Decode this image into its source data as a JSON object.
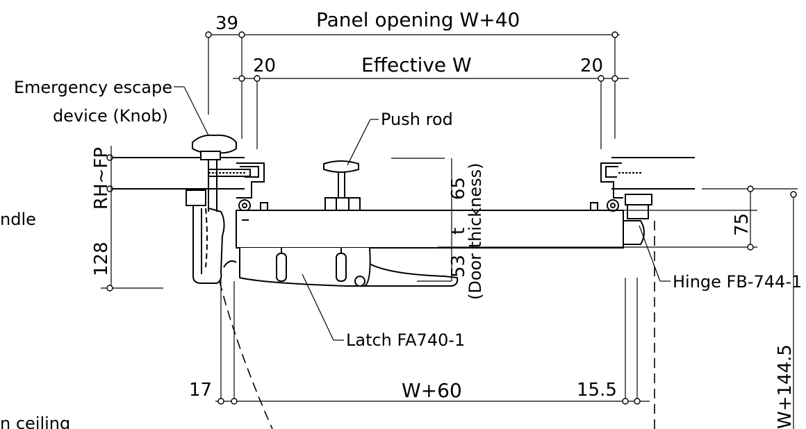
{
  "dimensions": {
    "panel_opening": "Panel opening  W+40",
    "effective": "Effective  W",
    "w_plus_60": "W+60",
    "w_plus_144_5": "W+144.5",
    "d39": "39",
    "d20_left": "20",
    "d20_right": "20",
    "d17": "17",
    "d15_5": "15.5",
    "d65": "65",
    "d_t": "t",
    "d53": "53",
    "d75": "75",
    "d128": "128",
    "rh_fp": "RH~FP"
  },
  "labels": {
    "escape_line1": "Emergency escape",
    "escape_line2": "device (Knob)",
    "push_rod": "Push rod",
    "door_thickness": "(Door thickness)",
    "latch": "Latch FA740-1",
    "hinge": "Hinge FB-744-1",
    "handle_partial": "ndle",
    "ceiling_partial": "n  ceiling"
  }
}
